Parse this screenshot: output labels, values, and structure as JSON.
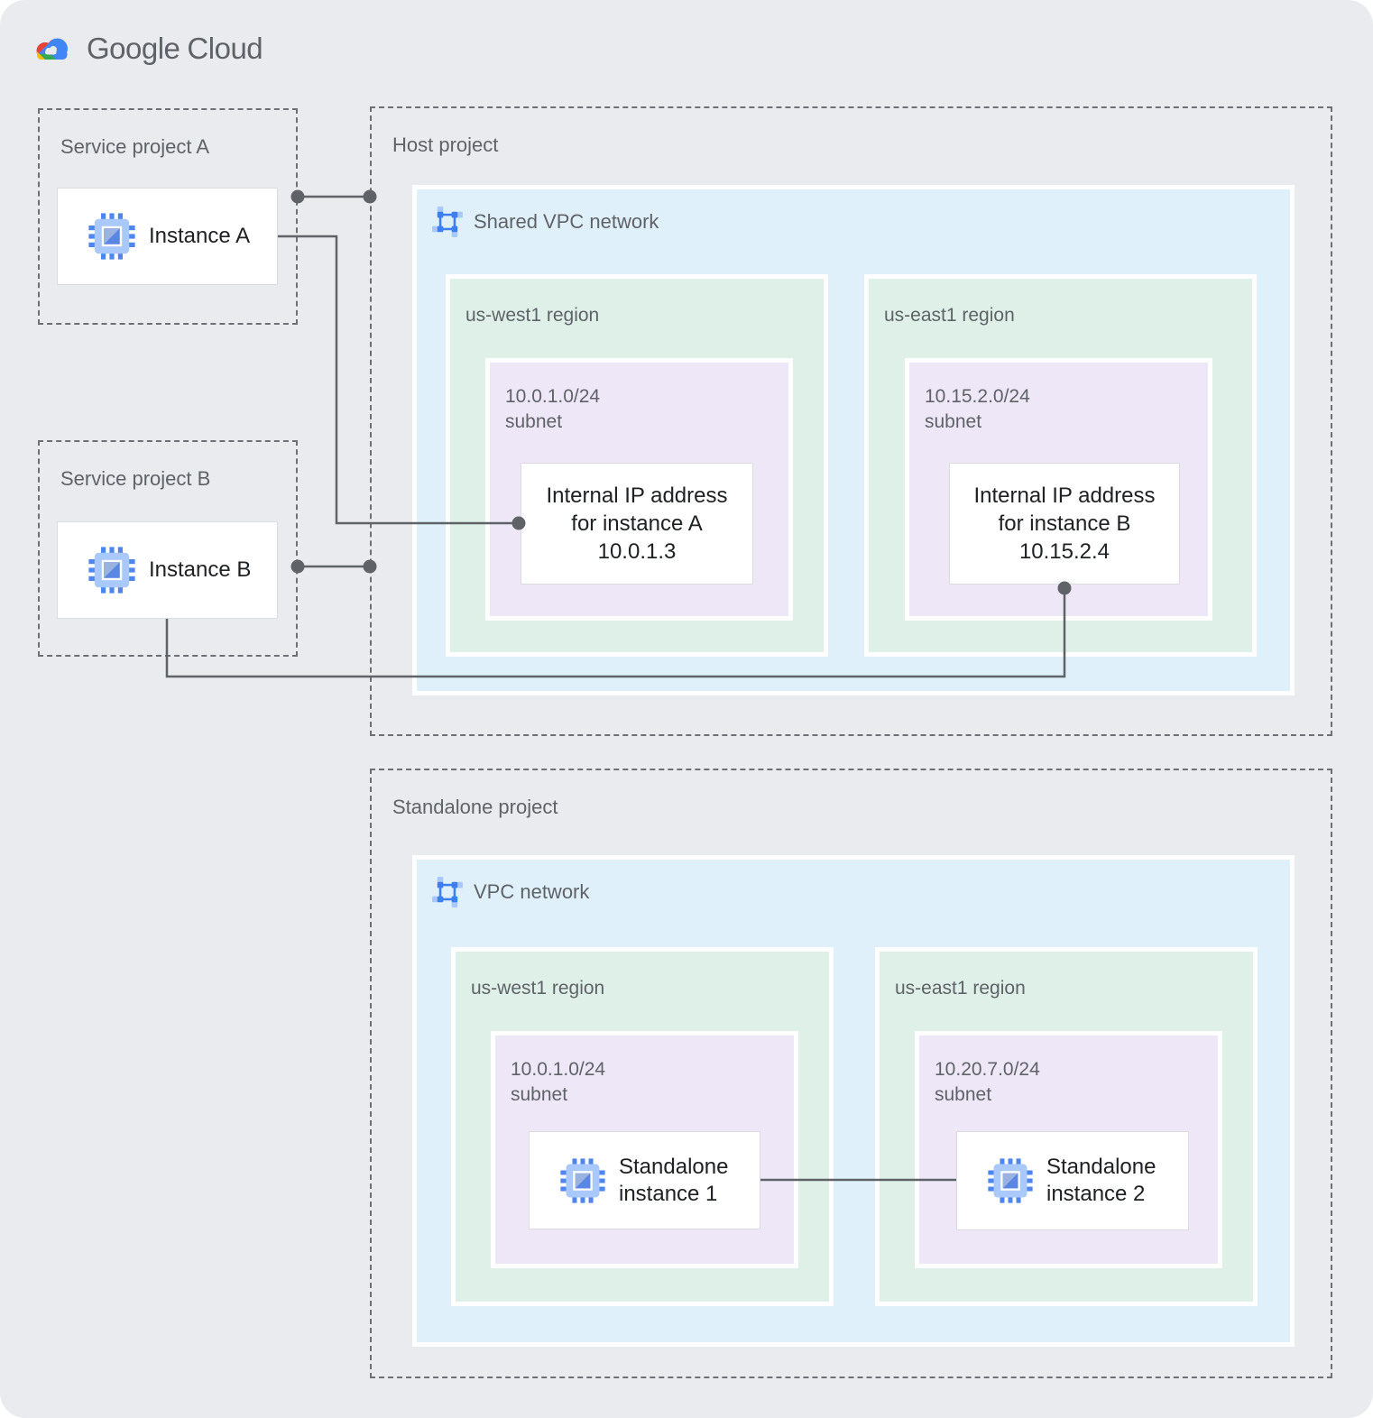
{
  "logo": {
    "brand": "Google",
    "product": "Cloud"
  },
  "service_project_a": {
    "title": "Service project A",
    "instance_label": "Instance A"
  },
  "service_project_b": {
    "title": "Service project B",
    "instance_label": "Instance B"
  },
  "host_project": {
    "title": "Host project",
    "network_label": "Shared VPC network",
    "regions": [
      {
        "title": "us-west1 region",
        "subnet_cidr": "10.0.1.0/24",
        "subnet_word": "subnet",
        "node_lines": [
          "Internal IP address",
          "for instance A",
          "10.0.1.3"
        ]
      },
      {
        "title": "us-east1 region",
        "subnet_cidr": "10.15.2.0/24",
        "subnet_word": "subnet",
        "node_lines": [
          "Internal IP address",
          "for instance B",
          "10.15.2.4"
        ]
      }
    ]
  },
  "standalone_project": {
    "title": "Standalone project",
    "network_label": "VPC network",
    "regions": [
      {
        "title": "us-west1 region",
        "subnet_cidr": "10.0.1.0/24",
        "subnet_word": "subnet",
        "node_lines": [
          "Standalone",
          "instance 1"
        ]
      },
      {
        "title": "us-east1 region",
        "subnet_cidr": "10.20.7.0/24",
        "subnet_word": "subnet",
        "node_lines": [
          "Standalone",
          "instance 2"
        ]
      }
    ]
  },
  "colors": {
    "canvas_bg": "#E9EBEE",
    "network_bg": "#DFF0FA",
    "region_bg": "#DEF0E8",
    "subnet_bg": "#EDE7F7",
    "connector": "#5F6368",
    "label_gray": "#5F6368",
    "node_text": "#202124",
    "google_blue": "#4285F4",
    "google_red": "#EA4335",
    "google_yellow": "#FBBC04",
    "google_green": "#34A853"
  }
}
